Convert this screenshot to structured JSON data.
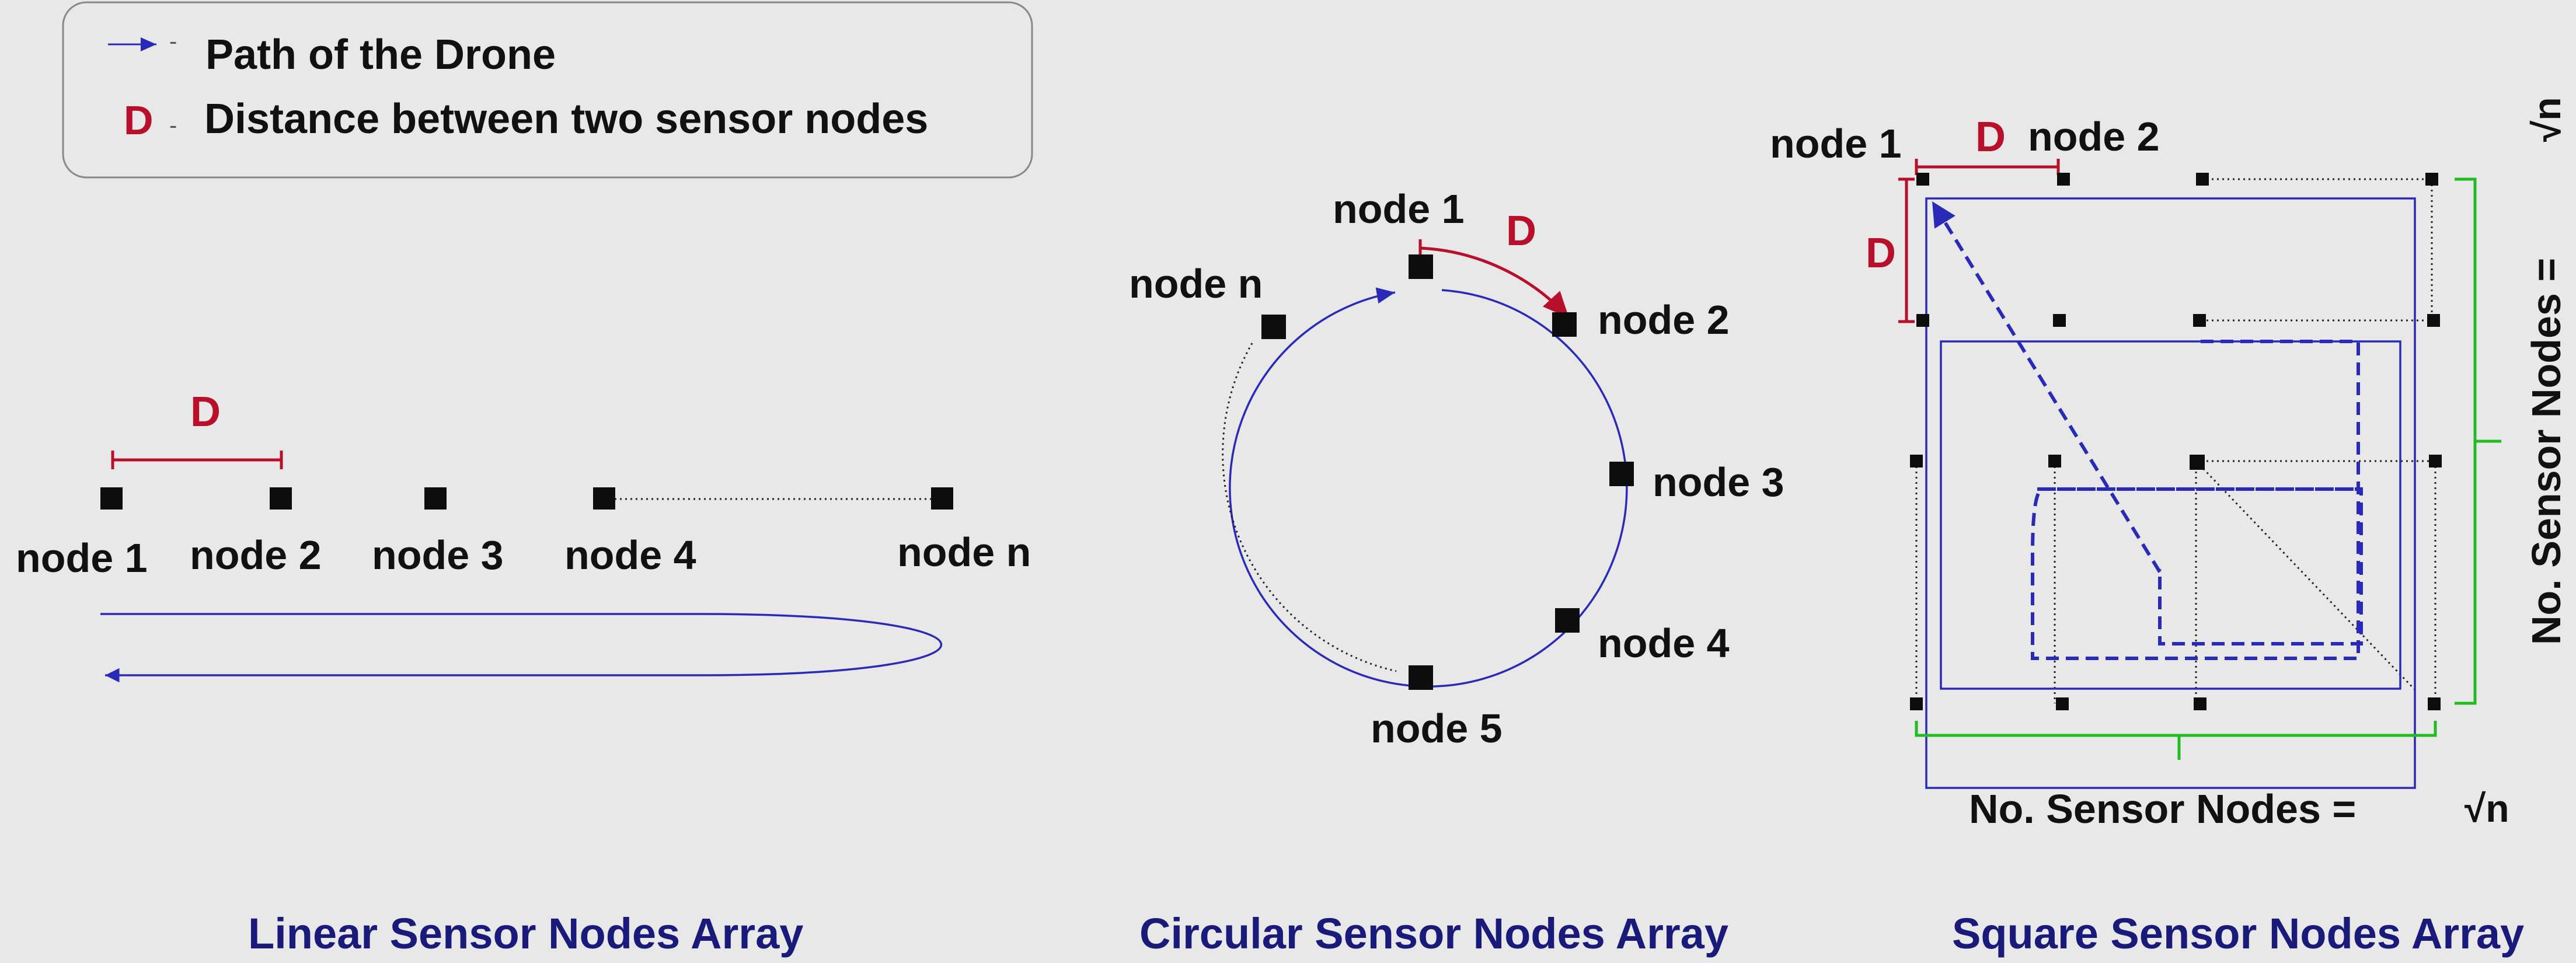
{
  "colors": {
    "background": "#e8e8e8",
    "drone_path": "#2a2ab8",
    "distance": "#b8102a",
    "node": "#0d0d0d",
    "bracket": "#22bb22",
    "caption": "#1a1a7a",
    "legend_border": "#888888"
  },
  "legend": {
    "path_marker": "-",
    "path_text": "Path of the Drone",
    "d_symbol": "D",
    "d_marker": "-",
    "d_text": "Distance between two sensor nodes"
  },
  "linear": {
    "d_label": "D",
    "nodes": [
      "node 1",
      "node 2",
      "node 3",
      "node 4",
      "node n"
    ],
    "caption": "Linear Sensor Nodes Array"
  },
  "circular": {
    "d_label": "D",
    "nodes": [
      "node 1",
      "node 2",
      "node 3",
      "node 4",
      "node 5",
      "node n"
    ],
    "caption": "Circular Sensor Nodes Array"
  },
  "square": {
    "d_label_top": "D",
    "d_label_side": "D",
    "node_1": "node 1",
    "node_2": "node 2",
    "count_bottom": "No. Sensor Nodes =",
    "count_bottom_value": "√n",
    "count_side": "No. Sensor Nodes =",
    "count_side_value": "√n",
    "caption": "Square Sensor Nodes Array"
  }
}
